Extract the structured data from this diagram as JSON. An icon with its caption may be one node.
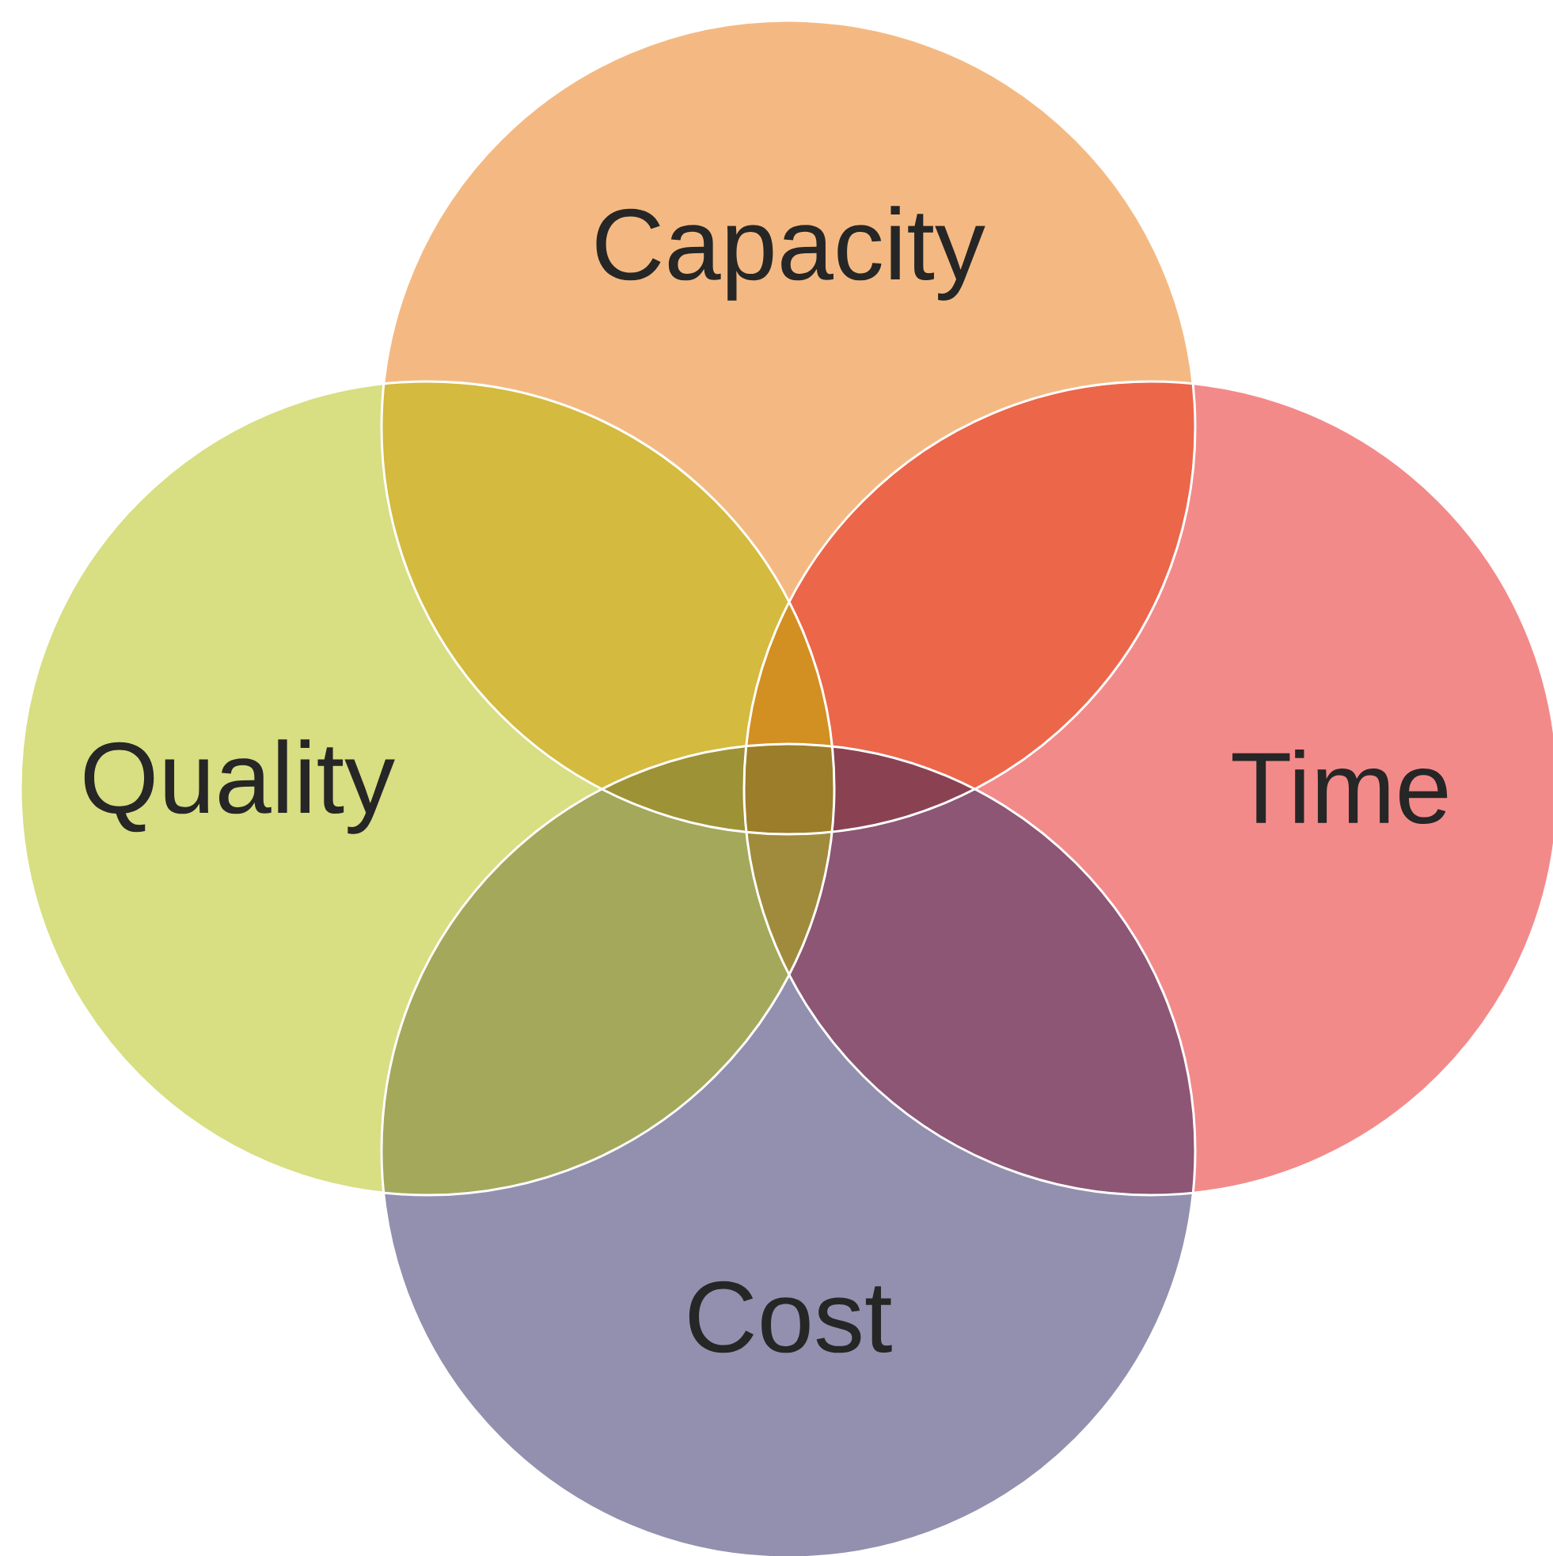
{
  "diagram": {
    "nodes": [
      {
        "text": [
          "Capacity"
        ]
      },
      {
        "text": [
          "Quality"
        ]
      },
      {
        "text": [
          "Time"
        ]
      },
      {
        "text": [
          "Cost"
        ]
      }
    ]
  }
}
